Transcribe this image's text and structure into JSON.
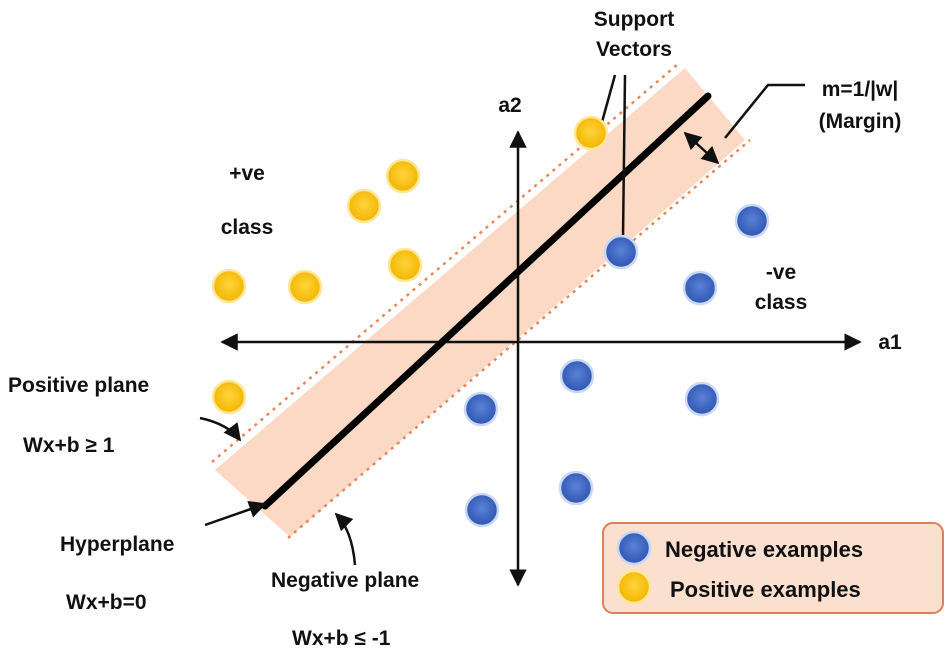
{
  "labels": {
    "support_vectors_line1": "Support",
    "support_vectors_line2": "Vectors",
    "margin_formula": "m=1/|w|",
    "margin_caption": "(Margin)",
    "axis_y": "a2",
    "axis_x": "a1",
    "positive_class_line1": "+ve",
    "positive_class_line2": "class",
    "negative_class_line1": "-ve",
    "negative_class_line2": "class",
    "positive_plane": "Positive plane",
    "positive_plane_eq": "Wx+b ≥ 1",
    "hyperplane": "Hyperplane",
    "hyperplane_eq": "Wx+b=0",
    "negative_plane": "Negative plane",
    "negative_plane_eq": "Wx+b ≤ -1"
  },
  "legend": {
    "negative": "Negative examples",
    "positive": "Positive examples"
  },
  "colors": {
    "positive_point": "#f5c000",
    "negative_point": "#3d66c4",
    "margin_band": "#fbd9c5",
    "dotted_plane": "#e8885a",
    "legend_bg": "#fbe0cf",
    "legend_border": "#d9835a"
  }
}
